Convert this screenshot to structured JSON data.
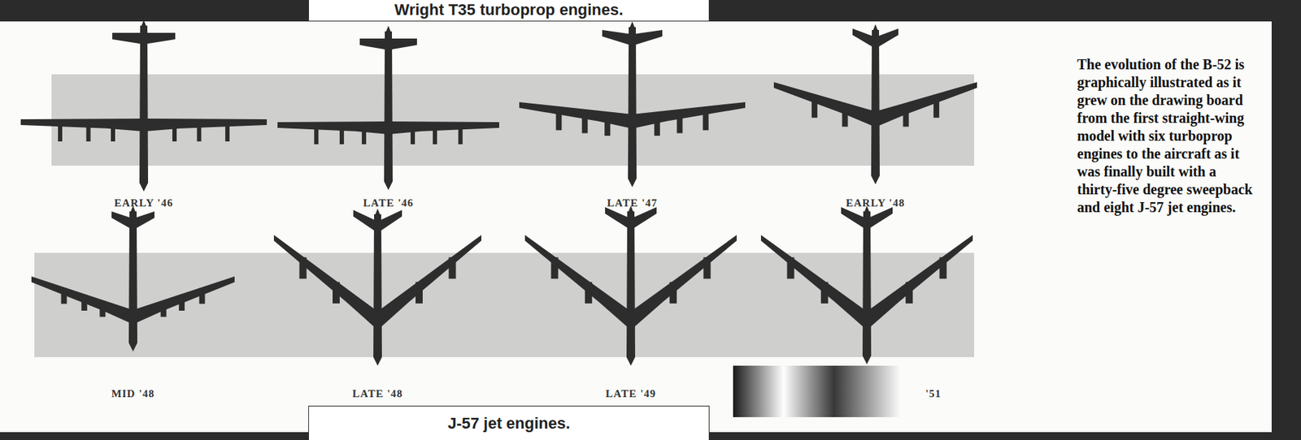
{
  "diagram": {
    "caption": "The evolution of the B-52 is graphically illustrated as it grew on the drawing board from the first straight-wing model with six turboprop engines to the aircraft as it was finally built with a thirty-five degree sweepback and eight J-57 jet engines.",
    "nodes": [
      {
        "text": [
          "Wright T35 turboprop engines."
        ]
      },
      {
        "text": [
          "J-57 jet engines."
        ]
      }
    ],
    "labels": [
      "EARLY '46",
      "LATE '46",
      "LATE '47",
      "EARLY '48",
      "MID '48",
      "LATE '48",
      "LATE '49",
      "'51"
    ]
  }
}
